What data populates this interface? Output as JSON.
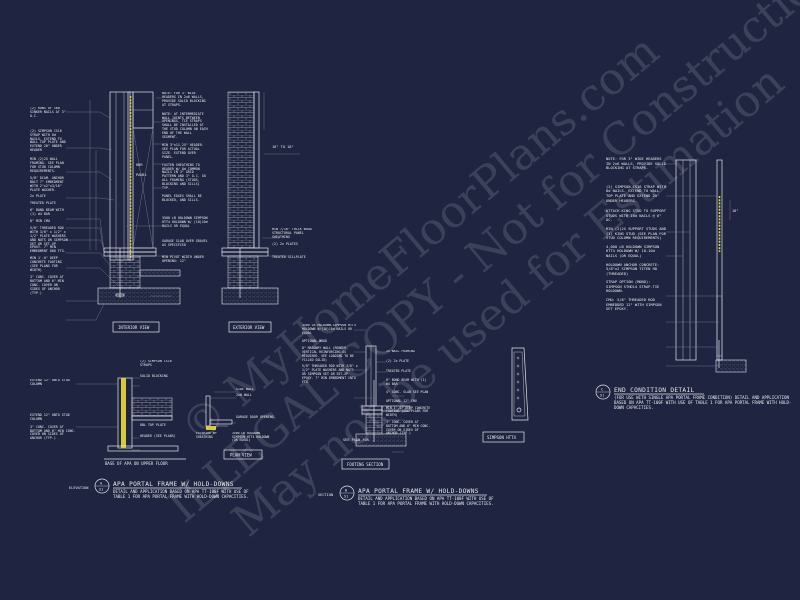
{
  "watermark": {
    "line1": "© MyHomeFloorPlans.com",
    "line2": "ILLEGAL COPY - Not for Construction",
    "line3": "May not be used for Estimation"
  },
  "detail_interior": {
    "caption": "INTERIOR VIEW",
    "notes_left": [
      "(2) ROWS OF 16d SINKER NAILS AT 3\" O.C.",
      "(2) SIMPSON CS16 STRAP WITH 8d NAILS. EXTEND TO WALL TOP PLATE AND EXTEND 20\" UNDER HEADER",
      "MIN (2)2X WALL FRAMING. SEE PLAN FOR STUD COLUMN REQUIREMENTS.",
      "5/8\" DIAM. ANCHOR BOLT 7\" EMBEDMENT WITH 2\"x2\"x3/16\" PLATE WASHER.",
      "2x PLATE",
      "TREATED PLATE",
      "8\" BOND BEAM WITH (1) #4 BAR",
      "8\" MIN CMU",
      "5/8\" THREADED ROD WITH 3/8\" x 1/2\" x 1/2\" PLATE WASHERS AND NUTS OR SIMPSON SET OR SET-XP EPOXY. 7\" MIN EMBEDMENT 800 FTG.",
      "MIN 1'-0\" DEEP CONCRETE FOOTING (SEE PLANS FOR WIDTH)",
      "3\" CONC. COVER AT BOTTOM AND 6\" MIN CONC. COVER ON SIDES OF ANCHOR (TYP.)"
    ],
    "notes_right": [
      "NOTE: FOR 3\" WIDE HEADERS IN 2x6 WALLS, PROVIDE SOLID BLOCKING AT STRAPS.",
      "NOTE: AT INTERMEDIATE WALL JOINTS BETWEEN OPENINGS, TIE STRAPS SHALL BE INSTALLED AT THE STUD COLUMN ON EACH END OF THE WALL SEGMENT.",
      "MIN 3\"x11.25\" HEADER. SEE PLAN FOR ACTUAL SIZE. EXTEND OVER PANEL.",
      "FASTEN SHEATHING TO HEADER W/ 8d COMMON NAILS IN 3\" GRID PATTERN AND 3\" O.C. IN ALL FRAMING (STUDS, BLOCKING AND SILLS) TYP.",
      "PANEL EDGES SHALL BE BLOCKED, AND SILLS.",
      "3500 LB HOLDOWN SIMPSON HTT4 HOLDOWN W/ (18)10d NAILS OR EQUAL",
      "GARAGE SLAB OVER GRAVEL AS SPECIFIED",
      "MIN PIVOT WIDTH UNDER OPENING: 12\""
    ],
    "label_header": "HDR",
    "label_panel": "PANEL"
  },
  "detail_exterior": {
    "caption": "EXTERIOR VIEW",
    "notes": [
      "MIN 7/16\" THICK WOOD STRUCTURAL PANEL SHEATHING",
      "(2) 2x PLATES",
      "TREATED SILLPLATE"
    ],
    "dim": "16\" TO 18\""
  },
  "detail_plan": {
    "caption_upper": "BASE OF APA ON UPPER FLOOR",
    "caption_plan": "PLAN VIEW",
    "notes_left": [
      "EXTEND 12\" ONTO STUD COLUMN",
      "EXTEND 12\" ONTO STUD COLUMN",
      "3\" CONC. COVER AT BOTTOM AND 6\" MIN CONC. COVER ON SIDES OF ANCHOR (TYP.)"
    ],
    "notes_mid": [
      "(2) SIMPSON CS16 STRAPS",
      "SOLID BLOCKING",
      "DBL TOP PLATE",
      "HEADER (SEE PLANS)"
    ],
    "notes_plan": [
      "SIDE WALL",
      "2x6 WALL",
      "GARAGE DOOR OPENING",
      "EXTERIOR WP SHEATHING",
      "3500 LB HOLDOWN SIMPSON HTT4 HOLDOWN (OR EQUAL)"
    ]
  },
  "title_elevation": {
    "tag": "ELEVATION",
    "bubble_top": "A",
    "bubble_bottom": "S1",
    "title": "APA PORTAL FRAME W/ HOLD-DOWNS",
    "desc": "DETAIL AND APPLICATION BASED ON APA TT-100F WITH USE OF TABLE 1 FOR APA PORTAL FRAME WITH HOLD-DOWN CAPACITIES."
  },
  "detail_footing": {
    "caption": "FOOTING SECTION",
    "notes_left": [
      "3500 LB HOLDOWN-SIMPSON HTT4 HOLDOWN W/(18)10d NAILS OR EQUAL",
      "OPTIONAL WOOD",
      "8\" MASONRY WALL (RENDER, VERTICAL REINFORCING AS REQUIRED. SEE LOADING TO BE FILLED SOLID)",
      "5/8\" THREADED ROD WITH 3/8\" x 1/2\" PLATE WASHERS AND NUTS OR SIMPSON SET OR SET-XP EPOXY. 7\" MIN EMBEDMENT INTO FTG.",
      "SEE PLAN FOR"
    ],
    "notes_right": [
      "2x WALL FRAMING",
      "(2) 2x PLATE",
      "TREATED PLATE",
      "8\" BOND BEAM WITH (1) #4 BAR",
      "4\" CONC. SLAB SEE PLAN",
      "OPTIONAL 12\" CMU",
      "MIN 1'-0\" DEEP CONCRETE FOOTING (SEE PLANS FOR WIDTH)",
      "3\" CONC. COVER AT BOTTOM AND 6\" MIN CONC. COVER ON SIDES OF ANCHOR (TYP.)"
    ]
  },
  "detail_hardware": {
    "caption": "SIMPSON HTT4"
  },
  "title_section": {
    "tag": "SECTION",
    "bubble_top": "B",
    "bubble_bottom": "S1",
    "title": "APA PORTAL FRAME W/ HOLD-DOWNS",
    "desc": "DETAIL AND APPLICATION BASED ON APA TT-100F WITH USE OF TABLE 1 FOR APA PORTAL FRAME WITH HOLD-DOWN CAPACITIES."
  },
  "detail_end": {
    "notes": [
      "NOTE: FOR 3\" WIDE HEADERS IN 2x6 WALLS, PROVIDE SOLID BLOCKING AT STRAPS.",
      "(2) SIMPSON CS16 STRAP WITH 8d NAILS. EXTEND TO WALL TOP PLATE AND EXTEND 20\" UNDER HEADERS.",
      "ATTACH KING STUD TO SUPPORT STUDS WITH 10d NAILS @ 6\" OC.",
      "MIN (2)2X SUPPORT STUDS AND (1) KING STUD (SEE PLAN FOR STUD COLUMN REQUIREMENTS)",
      "4,000 LB HOLDOWN SIMPSON HTT4 HOLDOWN W/ 18-10d NAILS (OR EQUAL)",
      "HOLDOWN ANCHOR CONCRETE: 5/8\"x2 SIMPSON TITEN HD (THREADED)",
      "STRAP OPTION (MONO): SIMPSON STHD14 STRAP-TIE HOLDOWN.",
      "CMU: 5/8\" THREADED ROD EMBEDDED 12\" WITH SIMPSON SET EPOXY."
    ],
    "dim": "18\""
  },
  "title_end": {
    "bubble_top": "C",
    "bubble_bottom": "S1",
    "title": "END CONDITION DETAIL",
    "desc": "(FOR USE WITH SINGLE APA PORTAL FRAME CONDITION) DETAIL AND APPLICATION BASED ON APA TT-100F WITH USE OF TABLE 1 FOR APA PORTAL FRAME WITH HOLD-DOWN CAPACITIES."
  }
}
